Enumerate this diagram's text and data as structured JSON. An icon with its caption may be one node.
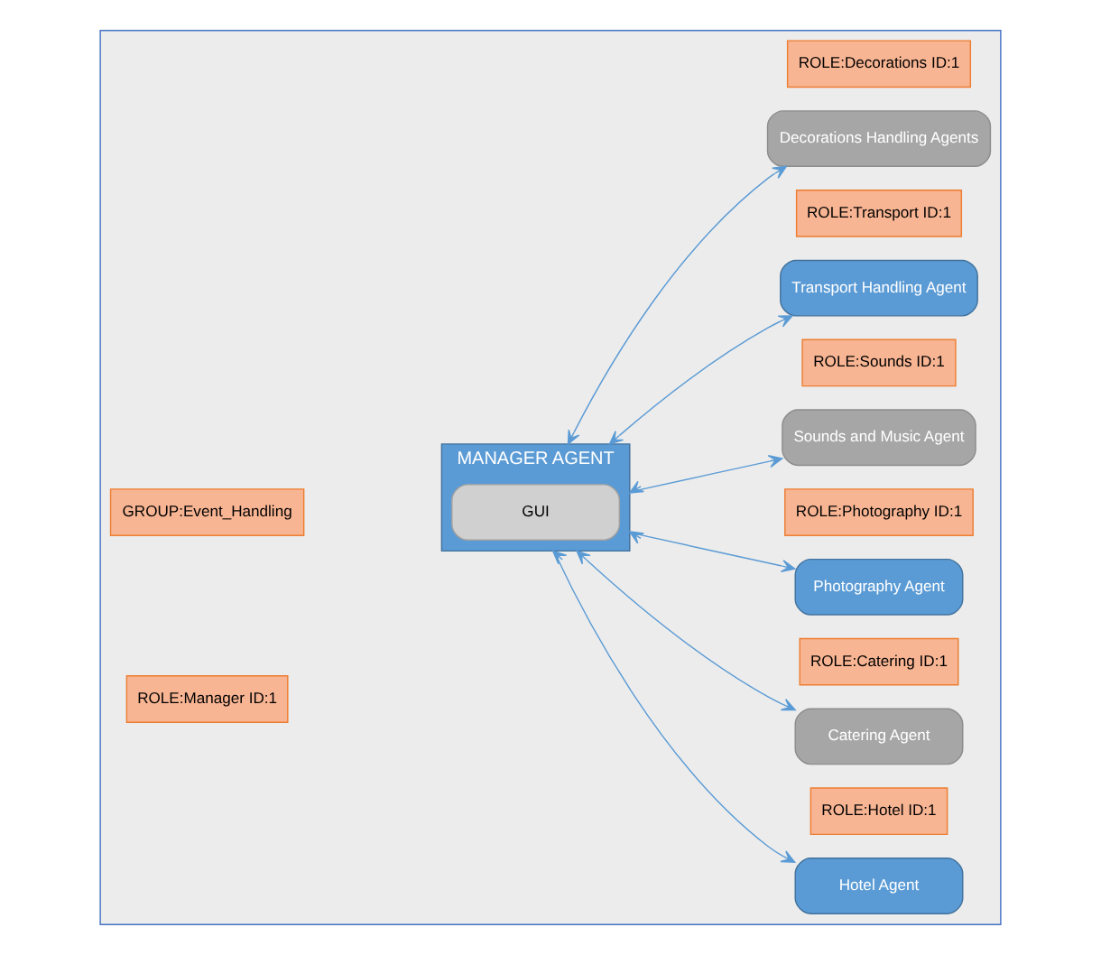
{
  "diagram": {
    "nodes": [
      {
        "text": [],
        "shape": "box"
      },
      {
        "text": [
          "GROUP:Event_Handling"
        ],
        "in": 0
      },
      {
        "text": [
          "MANAGER AGENT"
        ],
        "in": 0
      },
      {
        "text": [
          "GUI"
        ],
        "in": 2
      },
      {
        "text": [
          "ROLE:Manager ID:1"
        ],
        "in": 0
      },
      {
        "text": [
          "Hotel Agent"
        ],
        "in": 0
      },
      {
        "text": [
          "ROLE:Hotel ID:1"
        ],
        "in": 0
      },
      {
        "text": [
          "Catering Agent"
        ],
        "in": 0
      },
      {
        "text": [
          "ROLE:Catering ID:1"
        ],
        "in": 0
      },
      {
        "text": [
          "Photography Agent"
        ],
        "in": 0
      },
      {
        "text": [
          "ROLE:Photography ID:1"
        ],
        "in": 0
      },
      {
        "text": [
          "Sounds and Music Agent"
        ],
        "in": 0
      },
      {
        "text": [
          "ROLE:Sounds ID:1"
        ],
        "in": 0
      },
      {
        "text": [
          "Transport Handling Agent"
        ],
        "in": 0
      },
      {
        "text": [
          "ROLE:Transport ID:1"
        ],
        "in": 0
      },
      {
        "text": [
          "Decorations Handling Agents"
        ],
        "in": 0
      },
      {
        "text": [
          "ROLE:Decorations ID:1"
        ],
        "in": 0
      }
    ],
    "edges": [
      {
        "from": 2,
        "to": 5,
        "arrow": "both"
      },
      {
        "from": 2,
        "to": 7,
        "arrow": "both"
      },
      {
        "from": 2,
        "to": 9,
        "arrow": "both"
      },
      {
        "from": 2,
        "to": 11,
        "arrow": "both"
      },
      {
        "from": 2,
        "to": 13,
        "arrow": "both"
      },
      {
        "from": 2,
        "to": 15,
        "arrow": "both"
      }
    ]
  }
}
